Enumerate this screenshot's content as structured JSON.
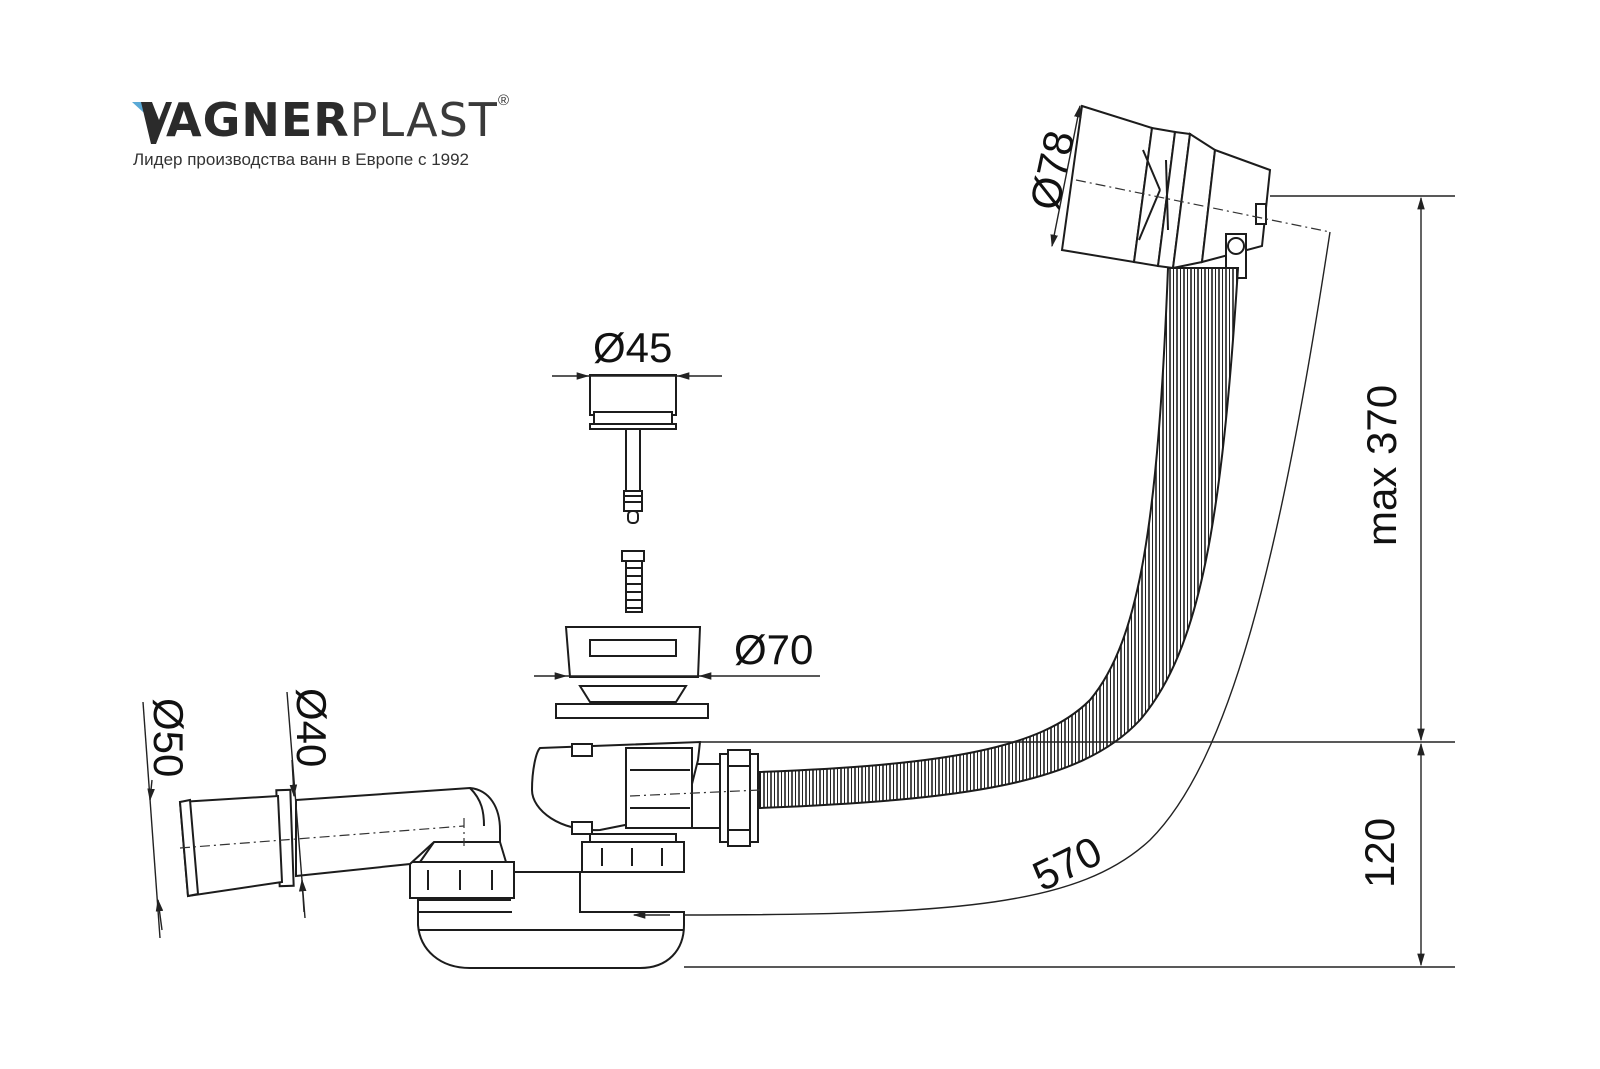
{
  "logo": {
    "brand_bold": "AGNER",
    "brand_light": "PLAST",
    "registered": "®",
    "tagline": "Лидер производства ванн в Европе с 1992",
    "accent_color": "#5aa9d6"
  },
  "dimensions": {
    "overflow_diameter": "Ø78",
    "plug_diameter": "Ø45",
    "drain_diameter": "Ø70",
    "outlet_outer_diameter": "Ø50",
    "outlet_inner_diameter": "Ø40",
    "height_max": "max 370",
    "height_base": "120",
    "pipe_length": "570"
  }
}
